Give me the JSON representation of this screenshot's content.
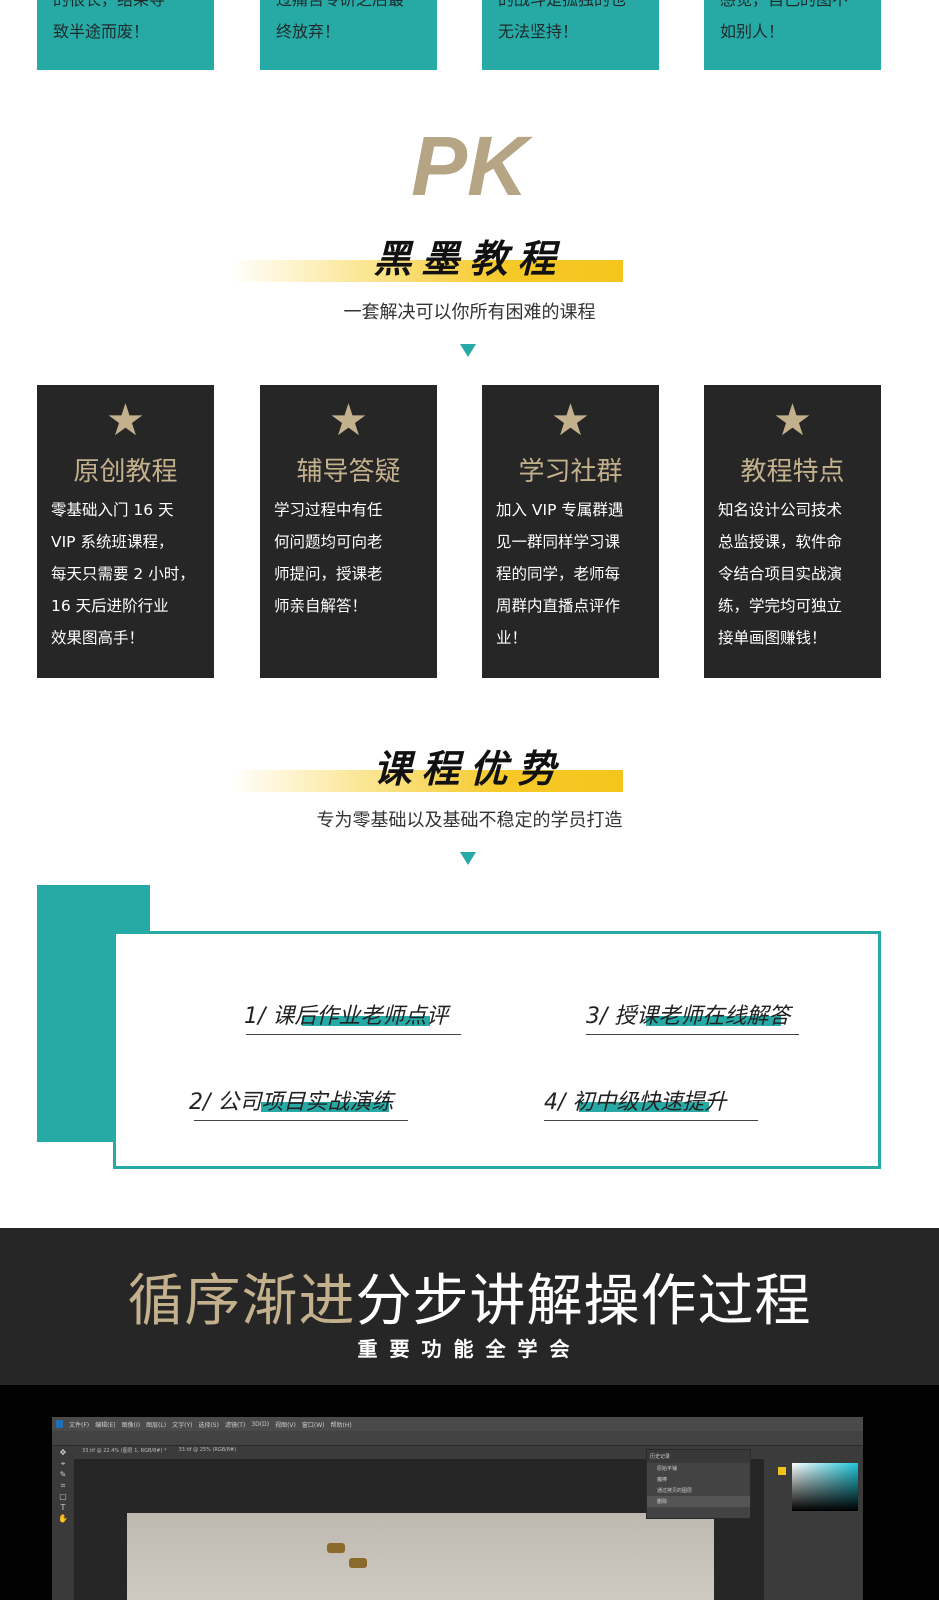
{
  "top_cards": [
    {
      "lines": [
        "的很长，结果导",
        "致半途而废！"
      ]
    },
    {
      "lines": [
        "过痛苦专研之后最",
        "终放弃！"
      ]
    },
    {
      "lines": [
        "的战斗是孤独的也",
        "无法坚持！"
      ]
    },
    {
      "lines": [
        "感觉，自己的图不",
        "如别人！"
      ]
    }
  ],
  "pk": "PK",
  "section1": {
    "title": "黑墨教程",
    "subtitle": "一套解决可以你所有困难的课程"
  },
  "features": [
    {
      "icon": "star",
      "title": "原创教程",
      "lines": [
        "零基础入门 16 天",
        "VIP 系统班课程，",
        "每天只需要 2 小时，",
        "16 天后进阶行业",
        "效果图高手！"
      ]
    },
    {
      "icon": "star",
      "title": "辅导答疑",
      "lines": [
        "学习过程中有任",
        "何问题均可向老",
        "师提问，授课老",
        "师亲自解答！"
      ]
    },
    {
      "icon": "star",
      "title": "学习社群",
      "lines": [
        "加入 VIP 专属群遇",
        "见一群同样学习课",
        "程的同学，老师每",
        "周群内直播点评作",
        "业！"
      ]
    },
    {
      "icon": "star",
      "title": "教程特点",
      "lines": [
        "知名设计公司技术",
        "总监授课，软件命",
        "令结合项目实战演",
        "练，学完均可独立",
        "接单画图赚钱！"
      ]
    }
  ],
  "section2": {
    "title": "课程优势",
    "subtitle": "专为零基础以及基础不稳定的学员打造"
  },
  "advantages": [
    "1/ 课后作业老师点评",
    "2/ 公司项目实战演练",
    "3/ 授课老师在线解答",
    "4/ 初中级快速提升"
  ],
  "band": {
    "title_gold": "循序渐进",
    "title_white": "分步讲解操作过程",
    "subtitle": "重要功能全学会"
  },
  "ps": {
    "menu": [
      "文件(F)",
      "编辑(E)",
      "图像(I)",
      "图层(L)",
      "文字(Y)",
      "选择(S)",
      "滤镜(T)",
      "3D(D)",
      "视图(V)",
      "窗口(W)",
      "帮助(H)"
    ],
    "tabs": [
      "33.tif @ 22.4% (图层 1, RGB/8#) *",
      "33.tif @ 25% (RGB/8#)"
    ],
    "history_title": "历史记录",
    "history": [
      "原始平铺",
      "魔棒",
      "通过拷贝的图层",
      "删除"
    ]
  },
  "colors": {
    "teal": "#27a9a5",
    "gold": "#c3b08c",
    "dark": "#262626",
    "yellow": "#f5c51d"
  }
}
